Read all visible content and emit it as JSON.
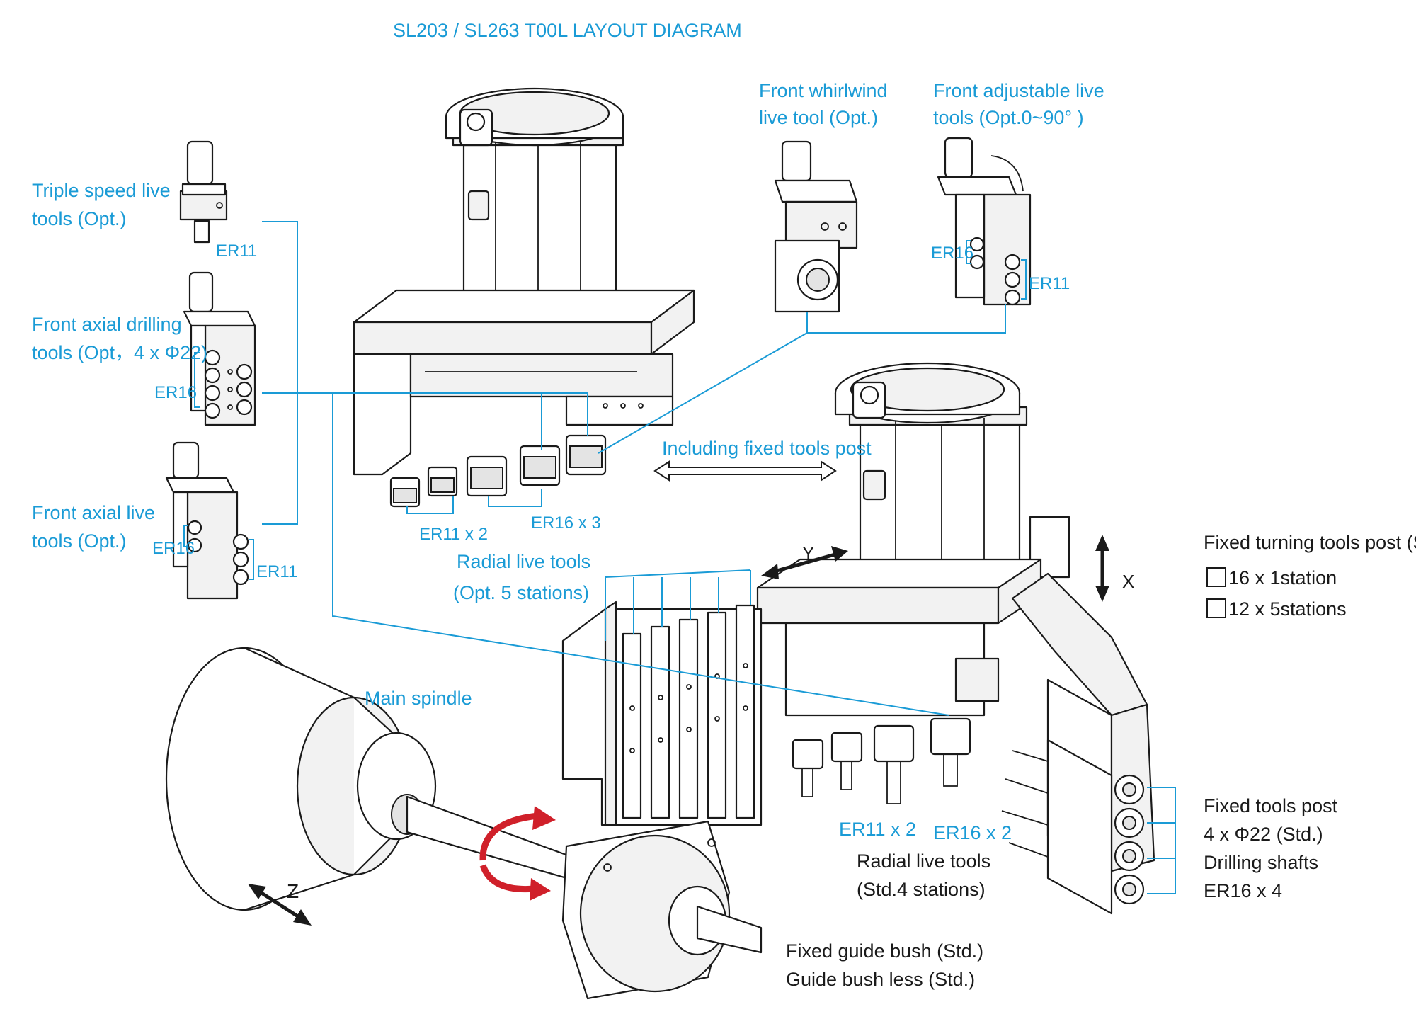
{
  "title": "SL203 / SL263 T00L LAYOUT DIAGRAM",
  "labels": {
    "triple_speed": [
      "Triple speed live",
      "tools (Opt.)"
    ],
    "triple_speed_er": "ER11",
    "front_axial_drilling": [
      "Front axial drilling",
      "tools (Opt，4 x Φ22)"
    ],
    "front_axial_drilling_er": "ER16",
    "front_axial_live": [
      "Front axial live",
      "tools (Opt.)"
    ],
    "front_axial_live_er16": "ER16",
    "front_axial_live_er11": "ER11",
    "front_whirlwind": [
      "Front whirlwind",
      "live tool (Opt.)"
    ],
    "front_adjustable": [
      "Front adjustable live",
      "tools (Opt.0~90°  )"
    ],
    "front_adjustable_er16": "ER16",
    "front_adjustable_er11": "ER11",
    "including_fixed": "Including fixed tools post",
    "upper_er11": "ER11 x 2",
    "upper_er16": "ER16 x 3",
    "radial_opt": [
      "Radial live tools",
      "(Opt. 5 stations)"
    ],
    "axis_y": "Y",
    "axis_x": "X",
    "axis_z": "Z",
    "fixed_turning": "Fixed turning tools post (Std.)",
    "station_16": "16 x 1station",
    "station_12": "12 x 5stations",
    "main_spindle": "Main spindle",
    "lower_er11": "ER11 x 2",
    "lower_er16": "ER16 x 2",
    "radial_std": [
      "Radial live tools",
      "(Std.4 stations)"
    ],
    "fixed_tools_post": [
      "Fixed tools post",
      "4 x Φ22 (Std.)",
      "Drilling shafts",
      "ER16 x 4"
    ],
    "guide_bush": [
      "Fixed guide bush (Std.)",
      "Guide bush less (Std.)"
    ]
  },
  "colors": {
    "label_blue": "#1a9bd6",
    "rotation_red": "#d0202a",
    "line_black": "#1a1a1a"
  },
  "icons": [
    "double-arrow-icon",
    "rotation-arrow-icon",
    "checkbox-icon"
  ]
}
